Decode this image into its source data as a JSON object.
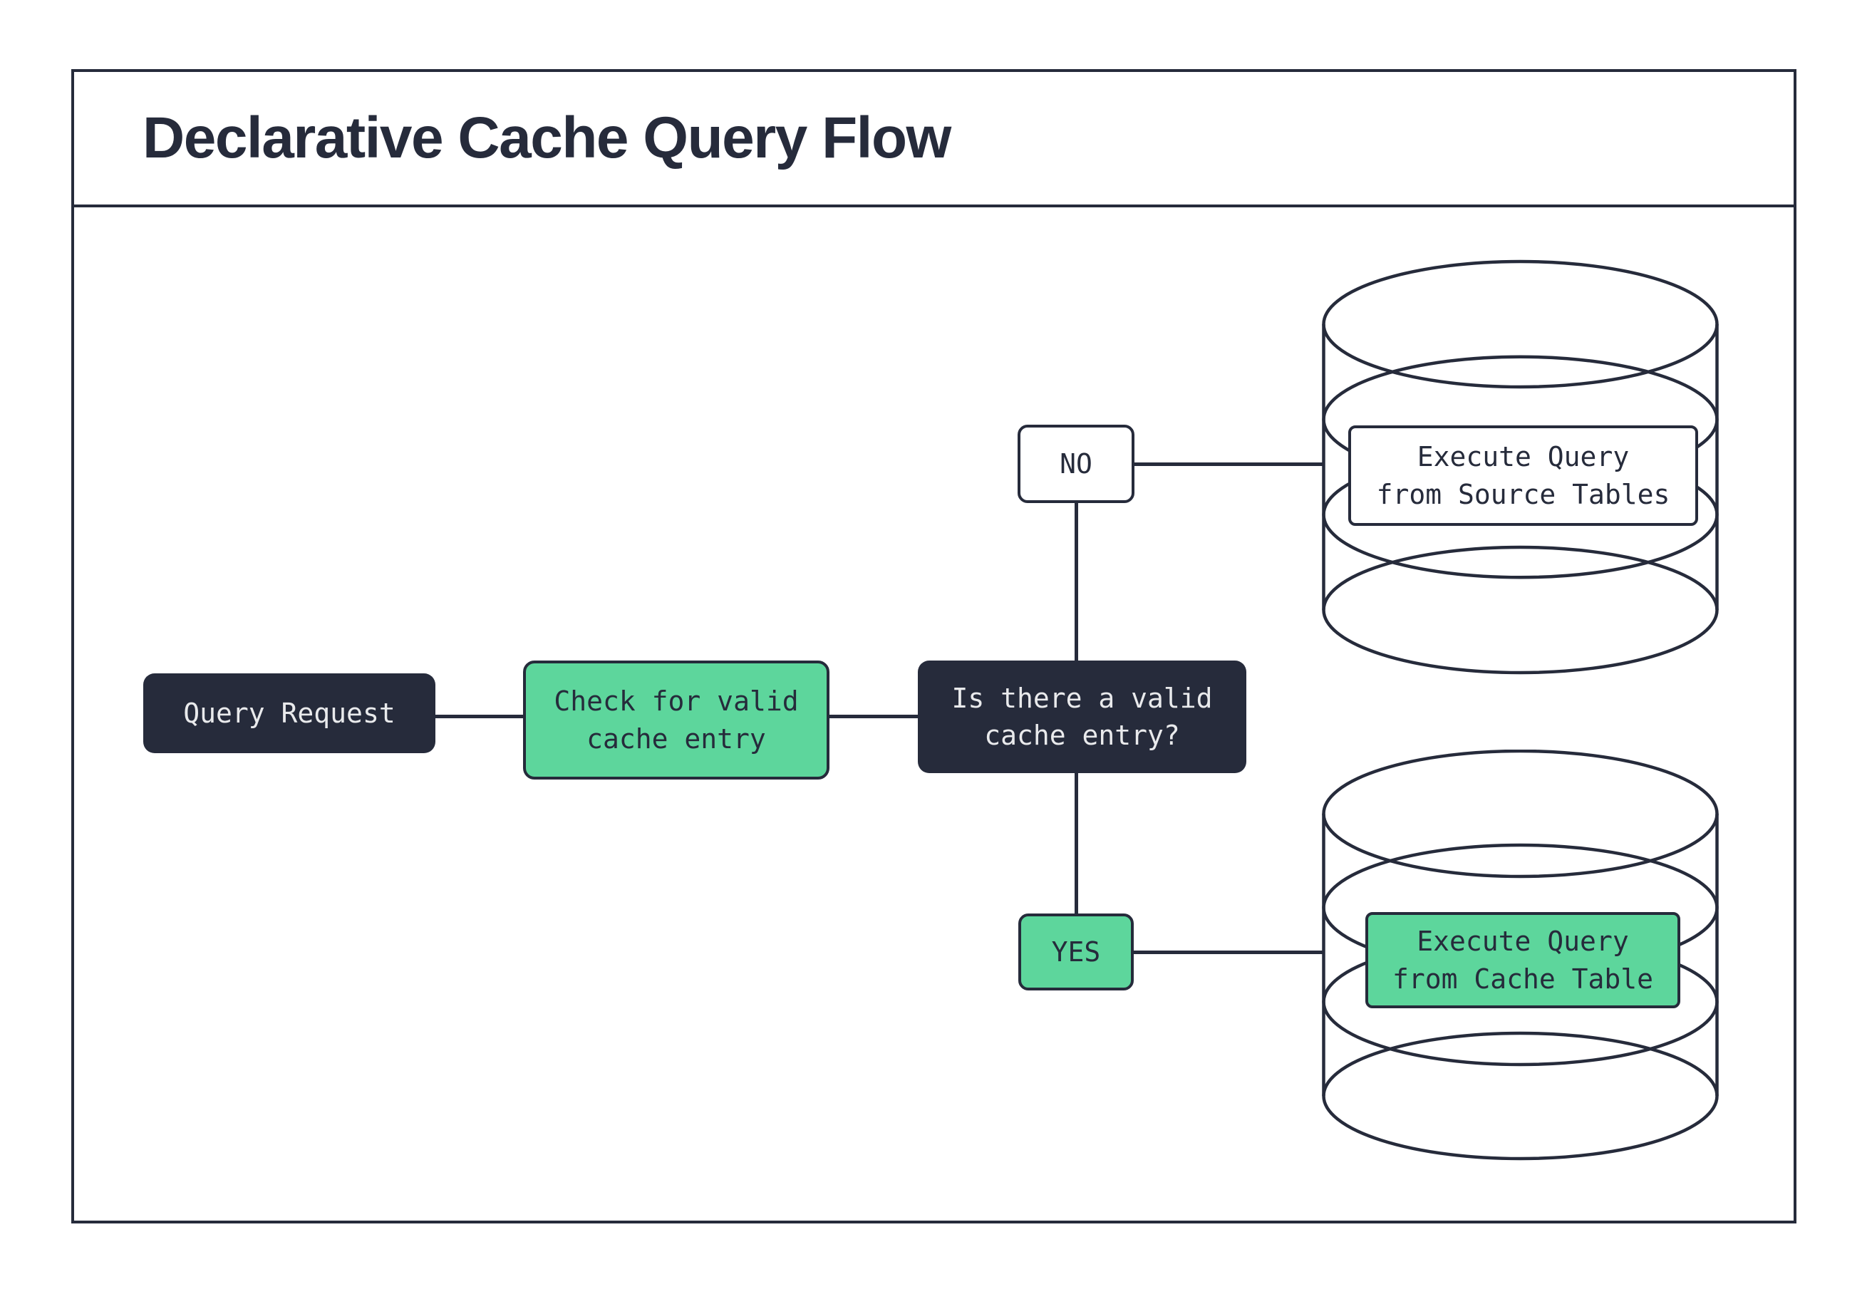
{
  "title": "Declarative Cache Query Flow",
  "colors": {
    "dark": "#262b3b",
    "green": "#5dd69c",
    "light_text": "#e9eaec",
    "surface": "#ffffff"
  },
  "nodes": {
    "query_request": {
      "label": "Query Request"
    },
    "check_cache": {
      "label": "Check for valid cache entry",
      "lines": [
        "Check for valid",
        "cache entry"
      ]
    },
    "decision": {
      "label": "Is there a valid cache entry?",
      "lines": [
        "Is there a valid",
        "cache entry?"
      ]
    },
    "no_branch": {
      "label": "NO"
    },
    "yes_branch": {
      "label": "YES"
    },
    "source_db": {
      "label": "Execute Query from Source Tables",
      "lines": [
        "Execute Query",
        "from Source Tables"
      ]
    },
    "cache_db": {
      "label": "Execute Query from Cache Table",
      "lines": [
        "Execute Query",
        "from Cache Table"
      ]
    }
  },
  "edges": [
    {
      "from": "query_request",
      "to": "check_cache"
    },
    {
      "from": "check_cache",
      "to": "decision"
    },
    {
      "from": "decision",
      "to": "no_branch"
    },
    {
      "from": "no_branch",
      "to": "source_db"
    },
    {
      "from": "decision",
      "to": "yes_branch"
    },
    {
      "from": "yes_branch",
      "to": "cache_db"
    }
  ]
}
